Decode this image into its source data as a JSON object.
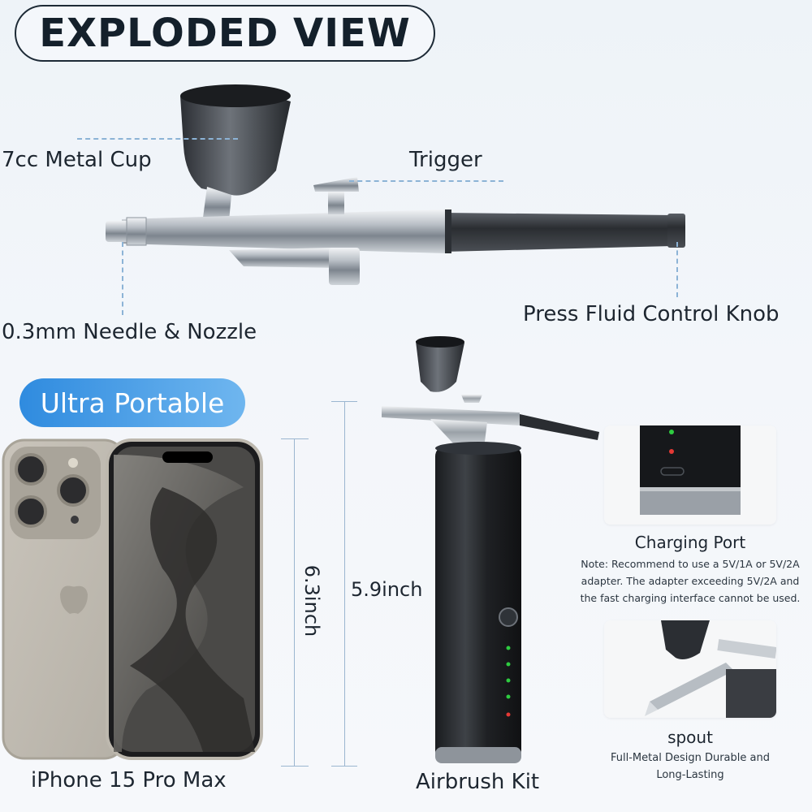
{
  "title": "EXPLODED VIEW",
  "parts": {
    "cup": "7cc Metal Cup",
    "trigger": "Trigger",
    "needle": "0.3mm Needle & Nozzle",
    "knob": "Press Fluid Control Knob"
  },
  "portable_badge": "Ultra Portable",
  "dimensions": {
    "phone_height": "6.3inch",
    "kit_height": "5.9inch"
  },
  "charging": {
    "title": "Charging Port",
    "note_lines": [
      "Note: Recommend to use a 5V/1A or 5V/2A",
      "adapter. The adapter exceeding 5V/2A and",
      "the fast charging interface cannot be used."
    ]
  },
  "spout": {
    "title": "spout",
    "desc_lines": [
      "Full-Metal Design Durable and",
      "Long-Lasting"
    ]
  },
  "captions": {
    "phone": "iPhone 15 Pro Max",
    "kit": "Airbrush Kit"
  },
  "colors": {
    "accent": "#3b93e4",
    "title_border": "#1d2a36",
    "dashed_line": "#8cb3d6",
    "led_green": "#2ecc40",
    "led_red": "#e53935"
  }
}
